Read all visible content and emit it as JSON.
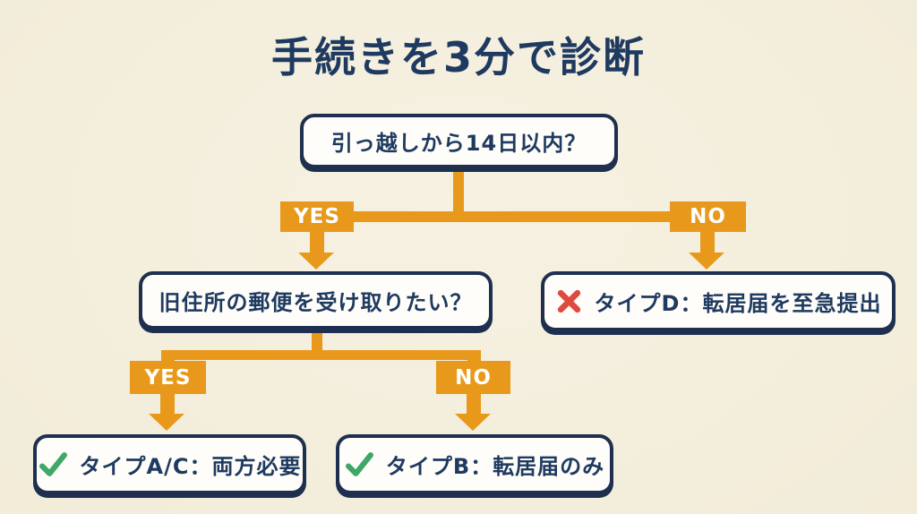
{
  "title": "手続きを3分で診断",
  "colors": {
    "background": "#F2ECD9",
    "navy": "#1F3A60",
    "border": "#1E2F4F",
    "orange": "#E8991B",
    "box_bg": "#FEFDF9",
    "red": "#DE4A3E",
    "green": "#3FA767",
    "label_text": "#FFFFFF"
  },
  "flow": {
    "q1": "引っ越しから14日以内？",
    "q1_yes": "YES",
    "q1_no": "NO",
    "q2": "旧住所の郵便を受け取りたい？",
    "q2_yes": "YES",
    "q2_no": "NO",
    "result_d": "タイプD：転居届を至急提出",
    "result_d_icon": "cross",
    "result_ac": "タイプA/C：両方必要",
    "result_ac_icon": "check",
    "result_b": "タイプB：転居届のみ",
    "result_b_icon": "check"
  }
}
